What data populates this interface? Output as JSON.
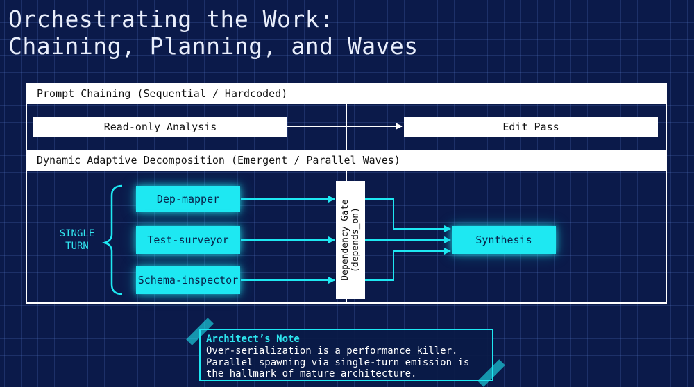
{
  "title": {
    "line1": "Orchestrating the Work:",
    "line2": "Chaining, Planning, and Waves"
  },
  "prompt_chaining": {
    "header": "Prompt Chaining (Sequential / Hardcoded)",
    "steps": [
      "Read-only Analysis",
      "Edit Pass"
    ]
  },
  "dynamic": {
    "header": "Dynamic Adaptive Decomposition (Emergent / Parallel Waves)",
    "single_turn": [
      "SINGLE",
      "TURN"
    ],
    "agents": [
      "Dep-mapper",
      "Test-surveyor",
      "Schema-inspector"
    ],
    "gate": [
      "Dependency Gate",
      "(depends_on)"
    ],
    "synthesis": "Synthesis"
  },
  "note": {
    "heading": "Architect’s Note",
    "lines": [
      "Over-serialization is a performance killer.",
      "Parallel spawning via single-turn emission is",
      "the hallmark of mature architecture."
    ]
  },
  "colors": {
    "background": "#0b1a4a",
    "accent": "#1ee8f2",
    "panel": "#ffffff"
  }
}
